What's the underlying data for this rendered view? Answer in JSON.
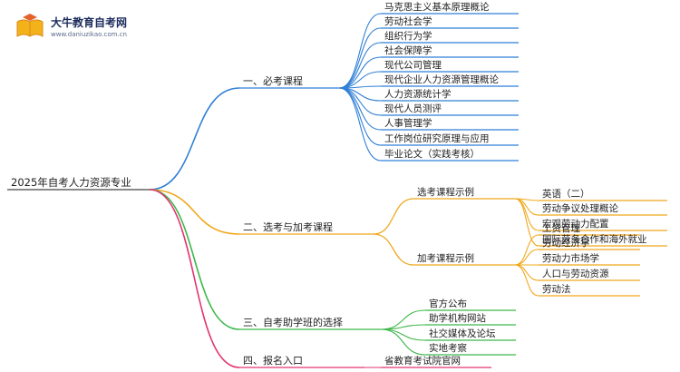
{
  "brand": {
    "name": "大牛教育自考网",
    "url": "www.daniuzikao.com.cn"
  },
  "colors": {
    "blue": "#2f7fd6",
    "orange": "#f0a81c",
    "green": "#3cb84a",
    "pink": "#e0356f",
    "root_line": "#444444"
  },
  "root": "2025年自考人力资源专业",
  "branches": [
    {
      "label": "一、必考课程",
      "color": "blue",
      "items": [
        "马克思主义基本原理概论",
        "劳动社会学",
        "组织行为学",
        "社会保障学",
        "现代公司管理",
        "现代企业人力资源管理概论",
        "人力资源统计学",
        "现代人员测评",
        "人事管理学",
        "工作岗位研究原理与应用",
        "毕业论文（实践考核）"
      ]
    },
    {
      "label": "二、选考与加考课程",
      "color": "orange",
      "groups": [
        {
          "label": "选考课程示例",
          "items": [
            "英语（二）",
            "劳动争议处理概论",
            "宏观劳动力配置",
            "国际劳务合作和海外就业"
          ]
        },
        {
          "label": "加考课程示例",
          "items": [
            "工资管理",
            "劳动经济学",
            "劳动力市场学",
            "人口与劳动资源",
            "劳动法"
          ]
        }
      ]
    },
    {
      "label": "三、自考助学班的选择",
      "color": "green",
      "items": [
        "官方公布",
        "助学机构网站",
        "社交媒体及论坛",
        "实地考察"
      ]
    },
    {
      "label": "四、报名入口",
      "color": "pink",
      "items": [
        "省教育考试院官网"
      ]
    }
  ]
}
